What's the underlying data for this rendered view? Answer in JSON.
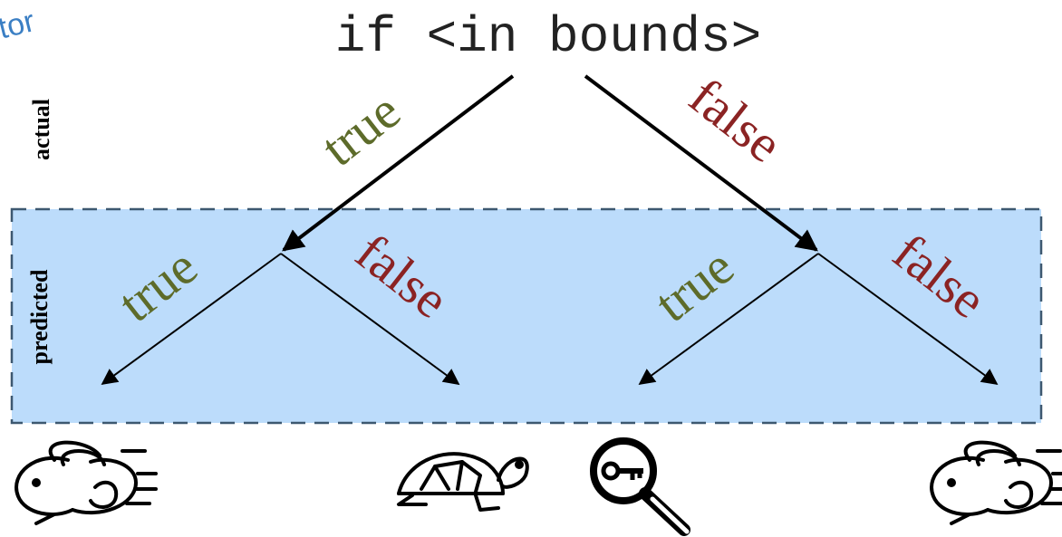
{
  "corner_text": "ctor",
  "condition": "if <in bounds>",
  "labels": {
    "actual": "actual",
    "predicted": "predicted"
  },
  "branches": {
    "actual_true": "true",
    "actual_false": "false",
    "pred_left_true": "true",
    "pred_left_false": "false",
    "pred_right_true": "true",
    "pred_right_false": "false"
  },
  "outcome_icons": [
    "rabbit-icon",
    "turtle-icon",
    "magnifier-key-icon",
    "rabbit-icon"
  ],
  "colors": {
    "true": "#5d6b2a",
    "false": "#8b2323",
    "predicted_box_fill": "#bcdcfb",
    "predicted_box_border": "#3d5870",
    "corner_text": "#3b7fc4"
  }
}
